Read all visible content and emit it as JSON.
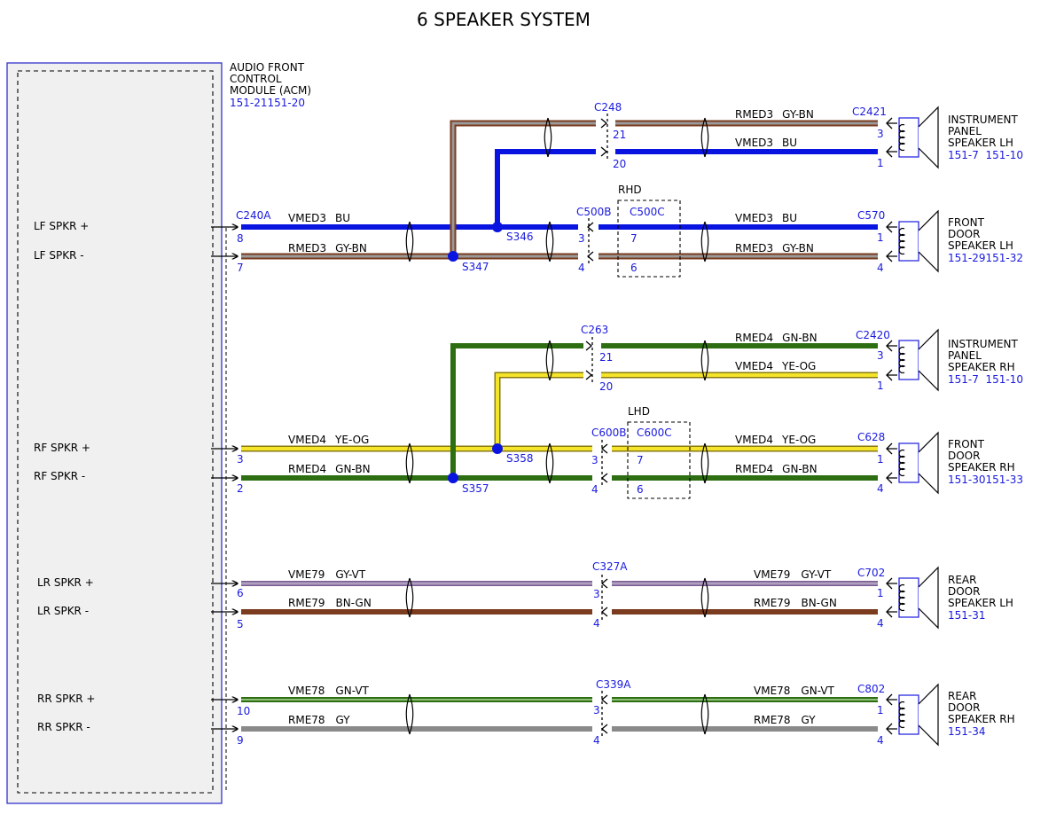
{
  "title": "6 SPEAKER SYSTEM",
  "module": {
    "lines": [
      "AUDIO FRONT",
      "CONTROL",
      "MODULE (ACM)"
    ],
    "ref": "151-21151-20"
  },
  "outputs": [
    {
      "label": "LF SPKR +"
    },
    {
      "label": "LF SPKR -"
    },
    {
      "label": "RF SPKR +"
    },
    {
      "label": "RF SPKR -"
    },
    {
      "label": "LR SPKR +"
    },
    {
      "label": "LR SPKR -"
    },
    {
      "label": "RR SPKR +"
    },
    {
      "label": "RR SPKR -"
    }
  ],
  "connectors": {
    "c240a": "C240A",
    "c248": "C248",
    "c2421": "C2421",
    "c500b": "C500B",
    "c500c": "C500C",
    "rhd": "RHD",
    "c570": "C570",
    "c263": "C263",
    "c2420": "C2420",
    "c600b": "C600B",
    "c600c": "C600C",
    "lhd": "LHD",
    "c628": "C628",
    "c327a": "C327A",
    "c702": "C702",
    "c339a": "C339A",
    "c802": "C802"
  },
  "splices": {
    "s346": "S346",
    "s347": "S347",
    "s358": "S358",
    "s357": "S357"
  },
  "pins": {
    "acm_lf_plus": "8",
    "acm_lf_minus": "7",
    "acm_rf_plus": "3",
    "acm_rf_minus": "2",
    "acm_lr_plus": "6",
    "acm_lr_minus": "5",
    "acm_rr_plus": "10",
    "acm_rr_minus": "9",
    "c248_a": "21",
    "c248_b": "20",
    "c2421_a": "3",
    "c2421_b": "1",
    "c500b_a": "3",
    "c500b_b": "4",
    "c500c_a": "7",
    "c500c_b": "6",
    "c570_a": "1",
    "c570_b": "4",
    "c263_a": "21",
    "c263_b": "20",
    "c2420_a": "3",
    "c2420_b": "1",
    "c600b_a": "3",
    "c600b_b": "4",
    "c600c_a": "7",
    "c600c_b": "6",
    "c628_a": "1",
    "c628_b": "4",
    "c327a_a": "3",
    "c327a_b": "4",
    "c702_a": "1",
    "c702_b": "4",
    "c339a_a": "3",
    "c339a_b": "4",
    "c802_a": "1",
    "c802_b": "4"
  },
  "circuits": {
    "lf1": {
      "name": "VMED3",
      "color": "BU"
    },
    "lf2": {
      "name": "RMED3",
      "color": "GY-BN"
    },
    "ip_lh1": {
      "name": "RMED3",
      "color": "GY-BN"
    },
    "ip_lh2": {
      "name": "VMED3",
      "color": "BU"
    },
    "fd_lh1": {
      "name": "VMED3",
      "color": "BU"
    },
    "fd_lh2": {
      "name": "RMED3",
      "color": "GY-BN"
    },
    "ip_rh1": {
      "name": "RMED4",
      "color": "GN-BN"
    },
    "ip_rh2": {
      "name": "VMED4",
      "color": "YE-OG"
    },
    "rf1": {
      "name": "VMED4",
      "color": "YE-OG"
    },
    "rf2": {
      "name": "RMED4",
      "color": "GN-BN"
    },
    "fd_rh1": {
      "name": "VMED4",
      "color": "YE-OG"
    },
    "fd_rh2": {
      "name": "RMED4",
      "color": "GN-BN"
    },
    "lr1": {
      "name": "VME79",
      "color": "GY-VT"
    },
    "lr2": {
      "name": "RME79",
      "color": "BN-GN"
    },
    "rd_lh1": {
      "name": "VME79",
      "color": "GY-VT"
    },
    "rd_lh2": {
      "name": "RME79",
      "color": "BN-GN"
    },
    "rr1": {
      "name": "VME78",
      "color": "GN-VT"
    },
    "rr2": {
      "name": "RME78",
      "color": "GY"
    },
    "rd_rh1": {
      "name": "VME78",
      "color": "GN-VT"
    },
    "rd_rh2": {
      "name": "RME78",
      "color": "GY"
    }
  },
  "speakers": {
    "ip_lh": {
      "lines": [
        "INSTRUMENT",
        "PANEL",
        "SPEAKER LH"
      ],
      "ref": "151-7  151-10"
    },
    "fd_lh": {
      "lines": [
        "FRONT",
        "DOOR",
        "SPEAKER LH"
      ],
      "ref": "151-29151-32"
    },
    "ip_rh": {
      "lines": [
        "INSTRUMENT",
        "PANEL",
        "SPEAKER RH"
      ],
      "ref": "151-7  151-10"
    },
    "fd_rh": {
      "lines": [
        "FRONT",
        "DOOR",
        "SPEAKER RH"
      ],
      "ref": "151-30151-33"
    },
    "rd_lh": {
      "lines": [
        "REAR",
        "DOOR",
        "SPEAKER LH"
      ],
      "ref": "151-31"
    },
    "rd_rh": {
      "lines": [
        "REAR",
        "DOOR",
        "SPEAKER RH"
      ],
      "ref": "151-34"
    }
  },
  "colors": {
    "BU": "#0a14e0",
    "YE": "#f2e21b",
    "GN": "#2d6e12",
    "GY": "#8a8a8a",
    "BN": "#7a3b1e",
    "VT": "#9a7fb8",
    "accent_text": "#1a1adf",
    "module_border": "#3333cc"
  }
}
